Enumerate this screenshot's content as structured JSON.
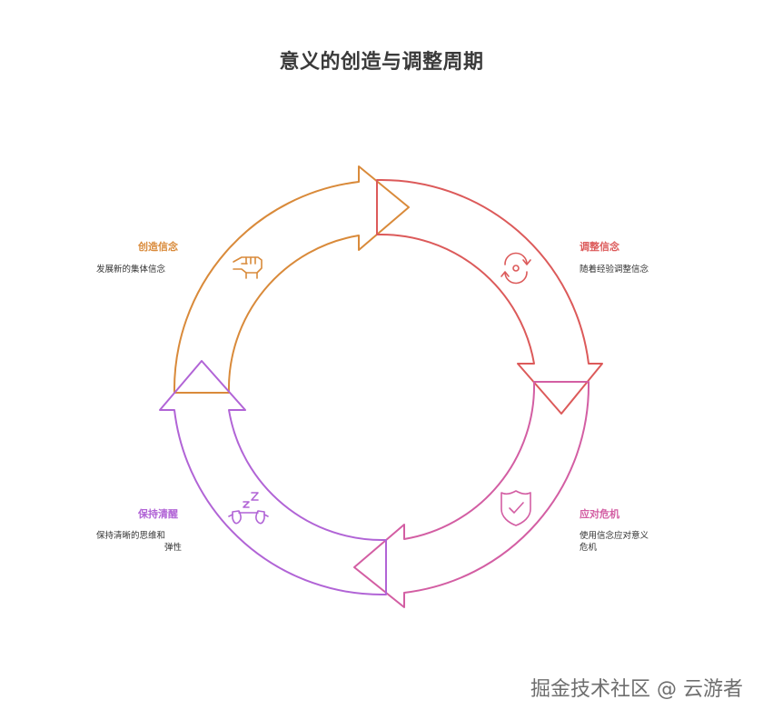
{
  "title": "意义的创造与调整周期",
  "colors": {
    "create": "#d98a3a",
    "adjust": "#dc5a5a",
    "respond": "#d35ea3",
    "clarity": "#b164d6"
  },
  "stages": {
    "create": {
      "label": "创造信念",
      "desc": "发展新的集体信念",
      "icon": "hand-icon"
    },
    "adjust": {
      "label": "调整信念",
      "desc": "随着经验调整信念",
      "icon": "refresh-icon"
    },
    "respond": {
      "label": "应对危机",
      "desc_line1": "使用信念应对意义",
      "desc_line2": "危机",
      "icon": "shield-check-icon"
    },
    "clarity": {
      "label": "保持清醒",
      "desc_line1": "保持清晰的思维和",
      "desc_line2": "弹性",
      "icon": "goggles-zz-icon"
    }
  },
  "watermark": "掘金技术社区 @ 云游者"
}
